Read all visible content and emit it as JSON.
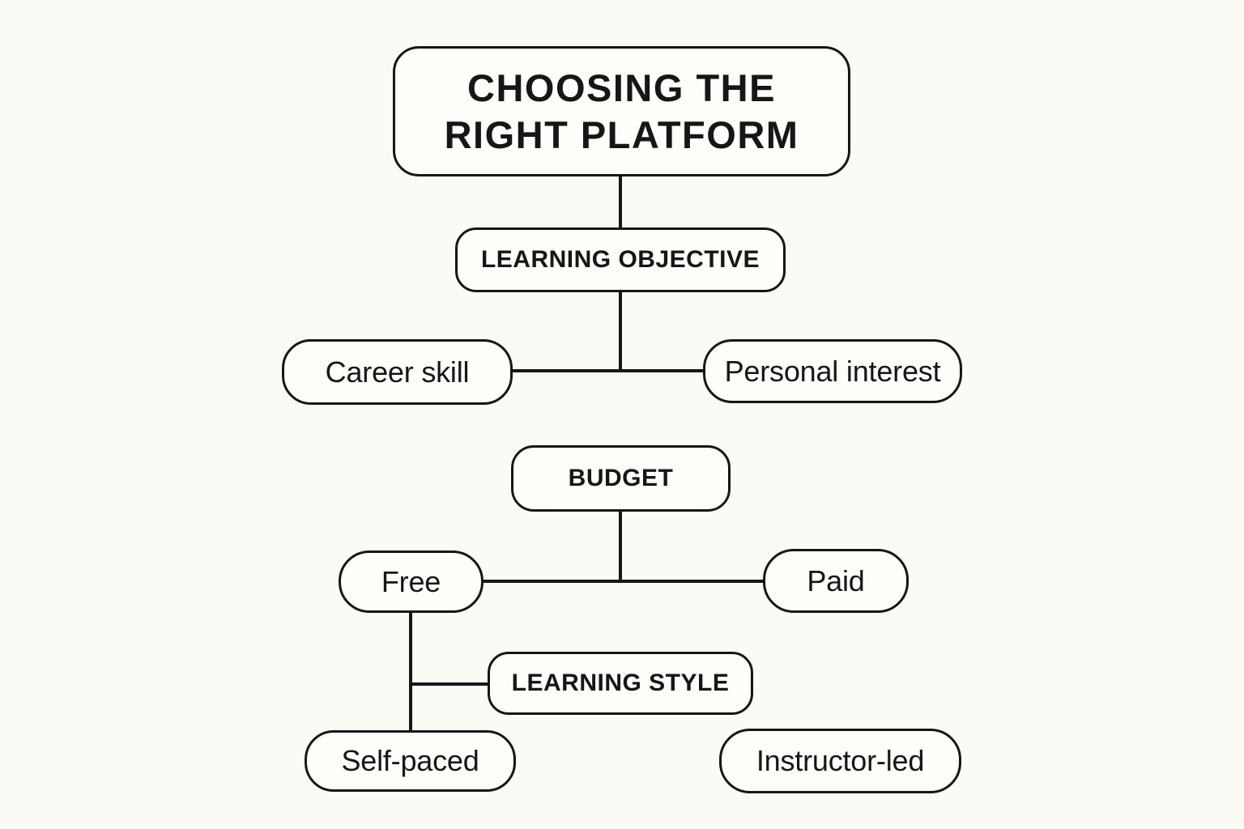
{
  "colors": {
    "background": "#fbfaf4",
    "ink": "#161616",
    "node_fill": "#fdfdf9"
  },
  "diagram": {
    "type": "decision-flowchart",
    "nodes": {
      "title": {
        "label": "CHOOSING THE\nRIGHT PLATFORM",
        "role": "title"
      },
      "learning_objective": {
        "label": "LEARNING OBJECTIVE",
        "role": "category"
      },
      "career_skill": {
        "label": "Career skill",
        "role": "option"
      },
      "personal_interest": {
        "label": "Personal interest",
        "role": "option"
      },
      "budget": {
        "label": "BUDGET",
        "role": "category"
      },
      "free": {
        "label": "Free",
        "role": "option"
      },
      "paid": {
        "label": "Paid",
        "role": "option"
      },
      "learning_style": {
        "label": "LEARNING STYLE",
        "role": "category"
      },
      "self_paced": {
        "label": "Self-paced",
        "role": "option"
      },
      "instructor_led": {
        "label": "Instructor-led",
        "role": "option"
      }
    },
    "edges": [
      {
        "from": "title",
        "to": "learning_objective"
      },
      {
        "from": "learning_objective",
        "to": "career_skill"
      },
      {
        "from": "learning_objective",
        "to": "personal_interest"
      },
      {
        "from": "budget",
        "to": "free"
      },
      {
        "from": "budget",
        "to": "paid"
      },
      {
        "from": "free",
        "to": "learning_style"
      },
      {
        "from": "free",
        "to": "self_paced"
      }
    ]
  }
}
